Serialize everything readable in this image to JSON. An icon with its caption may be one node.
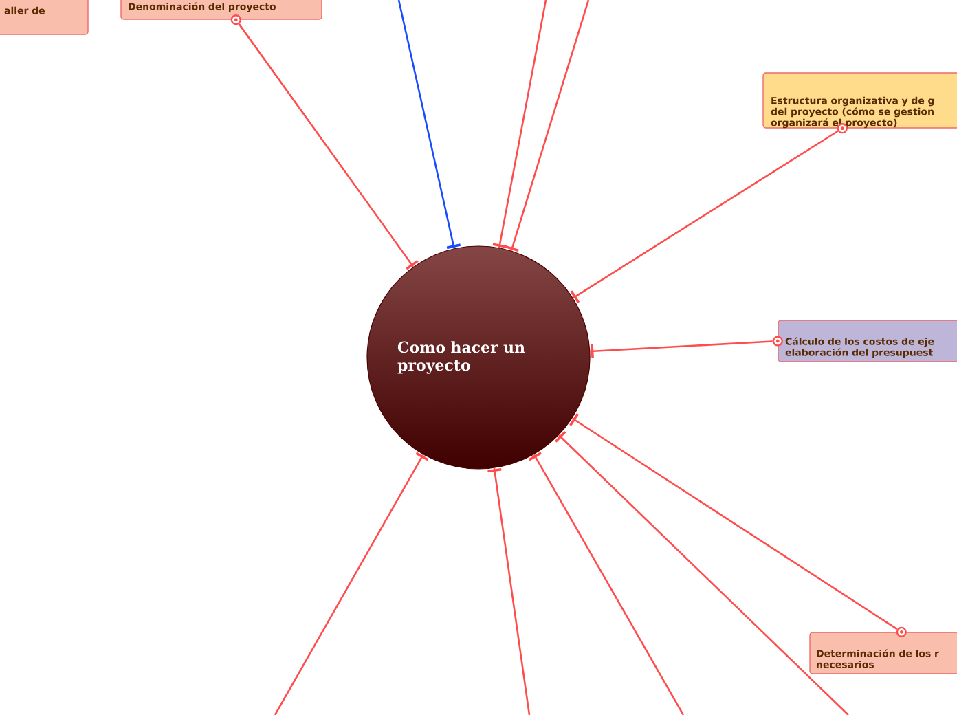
{
  "diagram": {
    "nodes": [
      {
        "text": [
          "Como hacer un proyecto"
        ]
      },
      {
        "text": [
          "aller de"
        ]
      },
      {
        "text": [
          "Denominación del proyecto"
        ]
      },
      {
        "text": [
          "Estructura organizativa y de g del proyecto (cómo se gestion organizará el proyecto)"
        ]
      },
      {
        "text": [
          "Cálculo de los costos de eje elaboración del presupuest"
        ]
      },
      {
        "text": [
          "Determinación de los r necesarios"
        ]
      }
    ],
    "edges": [
      {
        "from": 0,
        "to": null,
        "arrow": "other",
        "color": "#1a4cff"
      },
      {
        "from": 0,
        "to": null,
        "arrow": "other"
      },
      {
        "from": 0,
        "to": null,
        "arrow": "other"
      },
      {
        "from": 0,
        "to": 2,
        "arrow": "other"
      },
      {
        "from": 0,
        "to": 3,
        "arrow": "other"
      },
      {
        "from": 0,
        "to": 4,
        "arrow": "other"
      },
      {
        "from": 0,
        "to": 5,
        "arrow": "other"
      },
      {
        "from": 0,
        "to": null,
        "arrow": "other"
      },
      {
        "from": 0,
        "to": null,
        "arrow": "other"
      },
      {
        "from": 0,
        "to": null,
        "arrow": "other"
      },
      {
        "from": 0,
        "to": null,
        "arrow": "other"
      }
    ]
  }
}
